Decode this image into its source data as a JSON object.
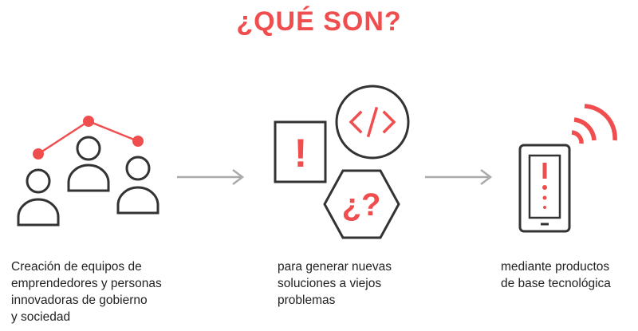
{
  "page": {
    "title": "¿QUÉ SON?",
    "accent_color": "#f04e4e",
    "stroke_color": "#333333",
    "arrow_color": "#aaaaaa"
  },
  "steps": [
    {
      "icon": "people-network-icon",
      "caption": "Creación de equipos de\nemprendedores y personas\ninnovadoras de gobierno\ny sociedad"
    },
    {
      "icon": "problems-code-question-icon",
      "caption": "para generar nuevas\nsoluciones a viejos\nproblemas"
    },
    {
      "icon": "mobile-signal-icon",
      "caption": "mediante productos\nde base tecnológica"
    }
  ],
  "icons": {
    "exclamation": "!",
    "question": "¿?"
  }
}
